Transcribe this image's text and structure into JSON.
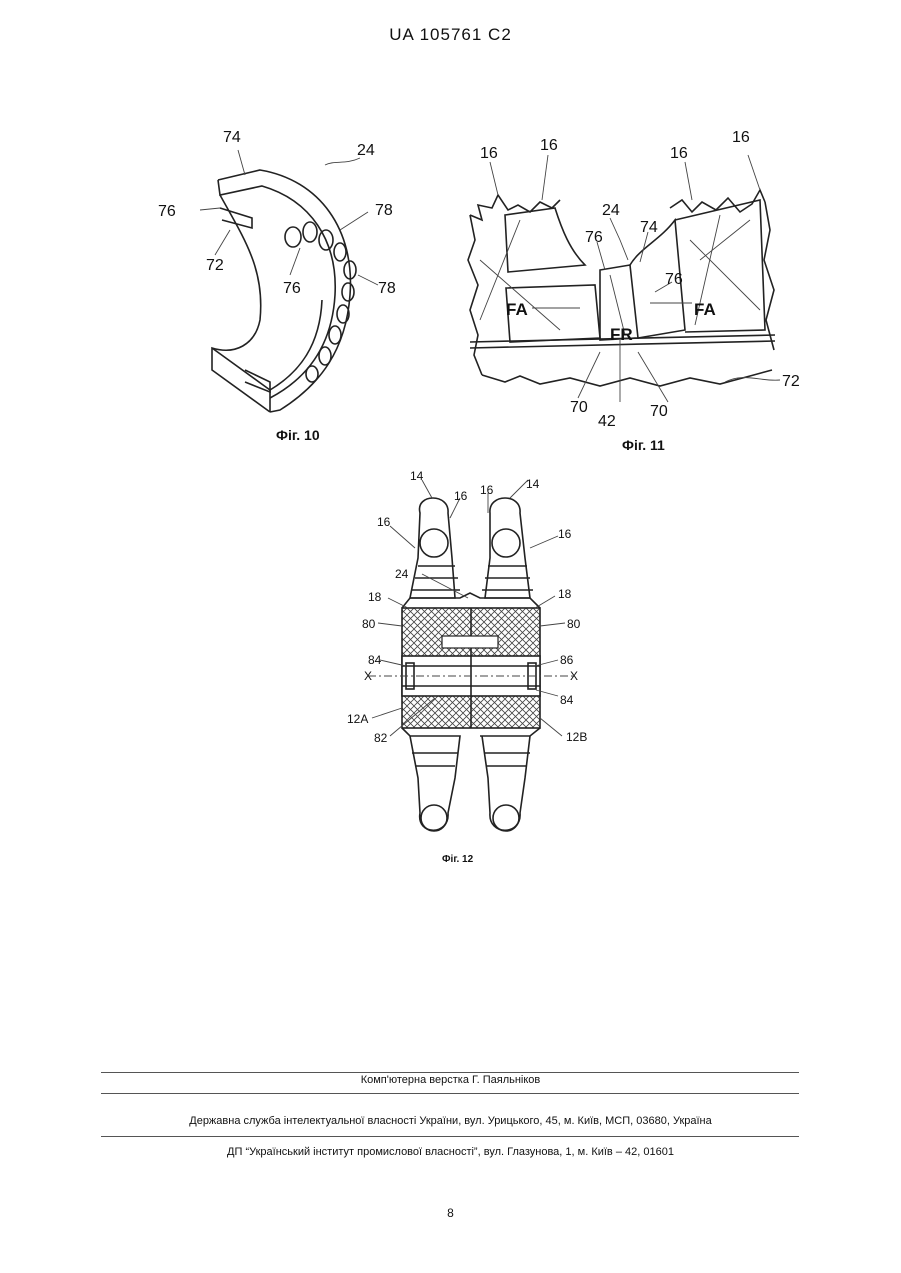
{
  "header": {
    "doc_code": "UA   105761   C2"
  },
  "figures": {
    "fig10": {
      "caption": "Фіг. 10",
      "labels": {
        "l74": "74",
        "l24": "24",
        "l76a": "76",
        "l72": "72",
        "l76b": "76",
        "l78a": "78",
        "l78b": "78"
      }
    },
    "fig11": {
      "caption": "Фіг. 11",
      "labels": {
        "l16a": "16",
        "l16b": "16",
        "l16c": "16",
        "l16d": "16",
        "l24": "24",
        "l76a": "76",
        "l74": "74",
        "l76b": "76",
        "fa1": "FA",
        "fa2": "FA",
        "fr": "FR",
        "l70a": "70",
        "l42": "42",
        "l70b": "70",
        "l72": "72"
      }
    },
    "fig12": {
      "caption": "Фіг. 12",
      "labels": {
        "l14a": "14",
        "l14b": "14",
        "l16a": "16",
        "l16b": "16",
        "l16c": "16",
        "l16d": "16",
        "l24": "24",
        "l18a": "18",
        "l18b": "18",
        "l80a": "80",
        "l80b": "80",
        "l84a": "84",
        "l86": "86",
        "lxa": "X",
        "lxb": "X",
        "l84b": "84",
        "l12a": "12A",
        "l82": "82",
        "l12b": "12B"
      }
    }
  },
  "footer": {
    "line1": "Комп'ютерна верстка Г. Паяльніков",
    "line2": "Державна служба інтелектуальної власності України, вул. Урицького, 45, м. Київ, МСП, 03680, Україна",
    "line3": "ДП “Український інститут промислової власності”, вул. Глазунова, 1, м. Київ – 42, 01601",
    "page_number": "8"
  }
}
